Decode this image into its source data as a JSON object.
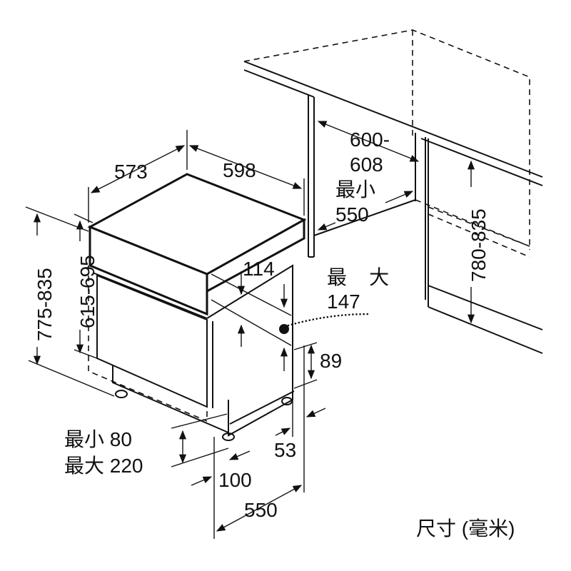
{
  "dimensions": {
    "depth_573": "573",
    "width_598": "598",
    "niche_width": {
      "top": "600-",
      "bottom": "608",
      "min_label": "最小",
      "min_value": "550"
    },
    "height_775_835": "775-835",
    "height_615_695": "615-695",
    "niche_height": "780-835",
    "offset_114": "114",
    "max_147": {
      "label": "最    大",
      "value": "147"
    },
    "h_89": "89",
    "plinth": {
      "min_label": "最小 80",
      "max_label": "最大 220"
    },
    "d_100": "100",
    "d_53": "53",
    "d_550": "550"
  },
  "units_label": "尺寸 (毫米)",
  "colors": {
    "ink": "#111111",
    "background": "#ffffff"
  }
}
